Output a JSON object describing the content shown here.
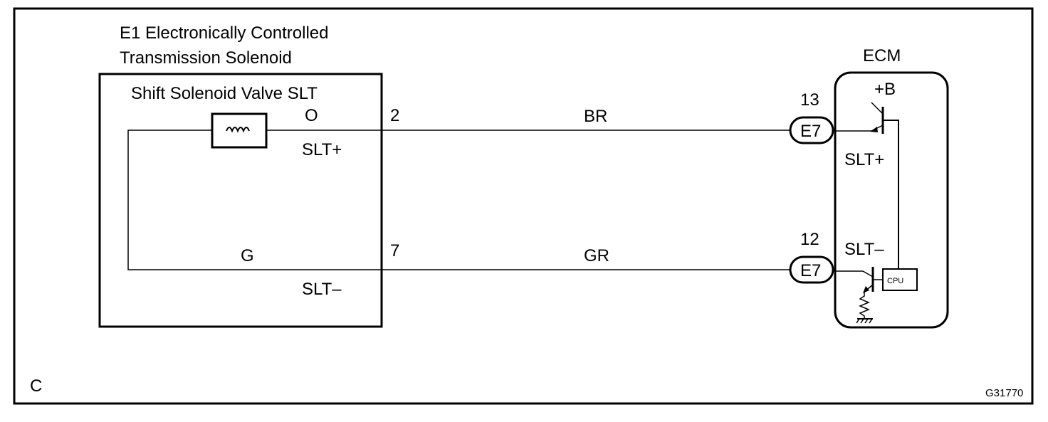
{
  "component": {
    "title_line1": "E1 Electronically Controlled",
    "title_line2": "Transmission Solenoid",
    "inner_label": "Shift Solenoid Valve SLT",
    "wire_color_top": "O",
    "wire_color_bottom": "G",
    "terminal_top": "SLT+",
    "terminal_bottom": "SLT–"
  },
  "connector_pins": {
    "top": "2",
    "bottom": "7"
  },
  "wires": {
    "top": "BR",
    "bottom": "GR"
  },
  "ecm": {
    "title": "ECM",
    "supply": "+B",
    "pin_top": "13",
    "pin_bottom": "12",
    "connector_top": "E7",
    "connector_bottom": "E7",
    "terminal_top": "SLT+",
    "terminal_bottom": "SLT–",
    "cpu_label": "CPU"
  },
  "footer": {
    "corner_mark": "C",
    "figure_code": "G31770"
  }
}
